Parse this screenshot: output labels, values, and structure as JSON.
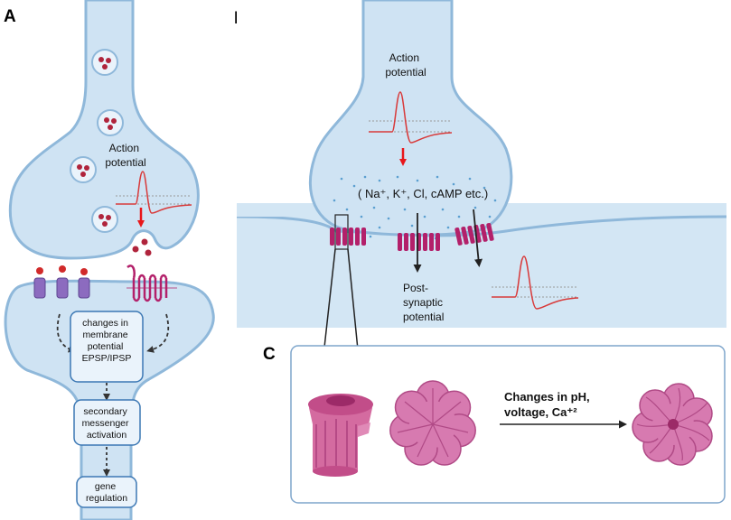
{
  "colors": {
    "cell_fill": "#cfe3f3",
    "cell_stroke": "#8fb8da",
    "panel_b_bg": "#d3e6f4",
    "vesicle": "#b0243c",
    "receptor_magenta": "#b3206a",
    "receptor_purple": "#8c6bbf",
    "channel_pink": "#d46ba0",
    "ap_trace": "#d83a3a",
    "arrow_red": "#e8171b",
    "box_stroke": "#3c78b4",
    "panel_c_stroke": "#7fa6cc"
  },
  "panelA": {
    "letter": "A",
    "ap_label": [
      "Action",
      "potential"
    ],
    "boxes": [
      {
        "lines": [
          "changes in",
          "membrane",
          "potential",
          "EPSP/IPSP"
        ]
      },
      {
        "lines": [
          "secondary",
          "messenger",
          "activation"
        ]
      },
      {
        "lines": [
          "gene",
          "regulation"
        ]
      }
    ]
  },
  "panelB": {
    "letter": "B",
    "ap_label": [
      "Action",
      "potential"
    ],
    "ions_label": "( Na⁺, K⁺, Cl, cAMP etc.)",
    "post_label": [
      "Post-",
      "synaptic",
      "potential"
    ]
  },
  "panelC": {
    "letter": "C",
    "stimulus_label": [
      "Changes in pH,",
      "voltage, Ca⁺²"
    ]
  }
}
